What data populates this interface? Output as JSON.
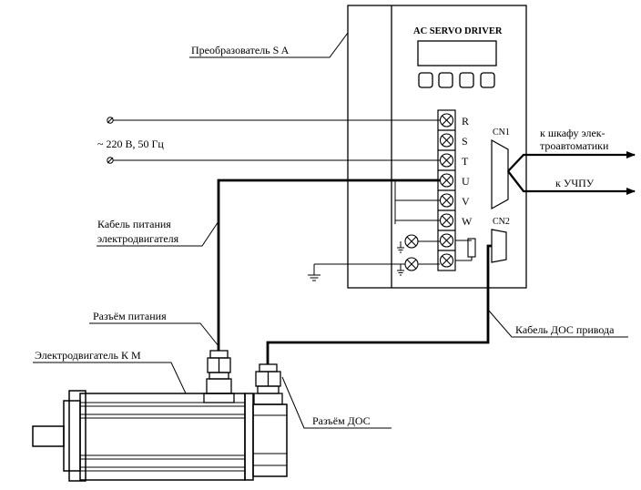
{
  "driver": {
    "title": "AC SERVO DRIVER",
    "terminals": [
      "R",
      "S",
      "T",
      "U",
      "V",
      "W"
    ],
    "cn1": "CN1",
    "cn2": "CN2"
  },
  "labels": {
    "converter": "Преобразователь S A",
    "supply": "~ 220 В, 50 Гц",
    "power_cable_line1": "Кабель питания",
    "power_cable_line2": "электродвигателя",
    "power_connector": "Разъём питания",
    "motor": "Электродвигатель К М",
    "feedback_connector": "Разъём ДОС",
    "feedback_cable": "Кабель ДОС привода",
    "to_cabinet_line1": "к шкафу элек-",
    "to_cabinet_line2": "троавтоматики",
    "to_cnc": "к УЧПУ"
  }
}
